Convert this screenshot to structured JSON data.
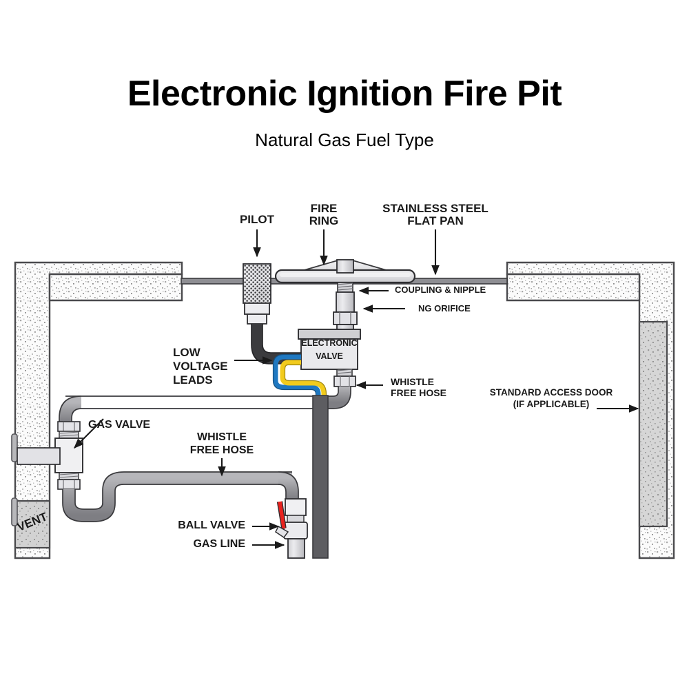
{
  "page": {
    "title": "Electronic Ignition Fire Pit",
    "subtitle": "Natural Gas Fuel Type",
    "background": "#ffffff"
  },
  "colors": {
    "ink": "#1a1a1a",
    "outline": "#231f20",
    "hose_gray": "#9a9a9e",
    "hose_dark": "#58585b",
    "pipe_light": "#d9d9dc",
    "metal_fill": "#e9e9ec",
    "pan_fill": "#e0e0e3",
    "wall_fill": "#fbfbfb",
    "wall_speckle": "#9a9a9a",
    "door_fill": "#d4d4d4",
    "lead_blue": "#1f78c1",
    "lead_yellow": "#f2cb1d",
    "valve_handle_red": "#e8221e",
    "box_fill": "#e6e6e8",
    "box_cap": "#cfcfd2"
  },
  "labels": {
    "pilot": "PILOT",
    "fire_ring": "FIRE\nRING",
    "flat_pan": "STAINLESS STEEL\nFLAT PAN",
    "coupling_nipple": "COUPLING & NIPPLE",
    "ng_orifice": "NG ORIFICE",
    "electronic_valve": "ELECTRONIC\nVALVE",
    "low_voltage_leads": "LOW\nVOLTAGE\nLEADS",
    "whistle_free_hose_upper": "WHISTLE\nFREE HOSE",
    "whistle_free_hose_lower": "WHISTLE\nFREE HOSE",
    "gas_valve": "GAS VALVE",
    "ball_valve": "BALL VALVE",
    "gas_line": "GAS LINE",
    "standard_access_door": "STANDARD ACCESS DOOR\n(IF APPLICABLE)",
    "vent": "VENT"
  },
  "components": [
    {
      "id": "pilot",
      "name": "pilot-assembly",
      "label": "PILOT"
    },
    {
      "id": "fire-ring",
      "name": "fire-ring",
      "label": "FIRE RING"
    },
    {
      "id": "flat-pan",
      "name": "stainless-steel-flat-pan",
      "label": "STAINLESS STEEL FLAT PAN"
    },
    {
      "id": "coupling-nipple",
      "name": "coupling-and-nipple",
      "label": "COUPLING & NIPPLE"
    },
    {
      "id": "ng-orifice",
      "name": "ng-orifice",
      "label": "NG ORIFICE"
    },
    {
      "id": "electronic-valve",
      "name": "electronic-valve",
      "label": "ELECTRONIC VALVE"
    },
    {
      "id": "low-voltage-leads",
      "name": "low-voltage-leads",
      "label": "LOW VOLTAGE LEADS"
    },
    {
      "id": "whistle-free-hose-upper",
      "name": "whistle-free-hose-upper",
      "label": "WHISTLE FREE HOSE"
    },
    {
      "id": "whistle-free-hose-lower",
      "name": "whistle-free-hose-lower",
      "label": "WHISTLE FREE HOSE"
    },
    {
      "id": "gas-valve",
      "name": "gas-valve",
      "label": "GAS VALVE"
    },
    {
      "id": "ball-valve",
      "name": "ball-valve",
      "label": "BALL VALVE"
    },
    {
      "id": "gas-line",
      "name": "gas-line",
      "label": "GAS LINE"
    },
    {
      "id": "access-door",
      "name": "standard-access-door",
      "label": "STANDARD ACCESS DOOR (IF APPLICABLE)"
    },
    {
      "id": "vent",
      "name": "vent-opening",
      "label": "VENT"
    }
  ]
}
